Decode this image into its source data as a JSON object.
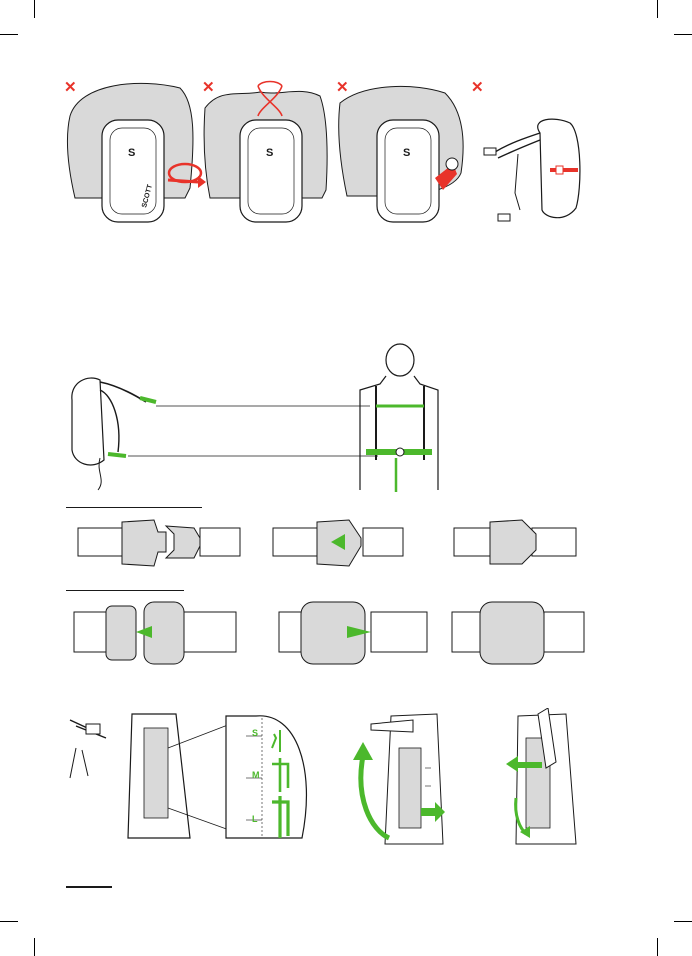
{
  "colors": {
    "accent_green": "#4cb82c",
    "warning_red": "#e8332a",
    "rain_cover_gray": "#d9d9d9",
    "outline": "#1a1a1a"
  },
  "rain_cover_section": {
    "items": [
      {
        "mark": "✕",
        "icon": "cross-mark-icon"
      },
      {
        "mark": "✕",
        "icon": "cross-mark-icon"
      },
      {
        "mark": "✕",
        "icon": "cross-mark-icon"
      },
      {
        "mark": "✕",
        "icon": "cross-mark-icon"
      }
    ]
  },
  "pack_logo": "SCOTT",
  "size_scale": {
    "labels": [
      "S",
      "M",
      "L"
    ]
  },
  "page_number_rule": true
}
